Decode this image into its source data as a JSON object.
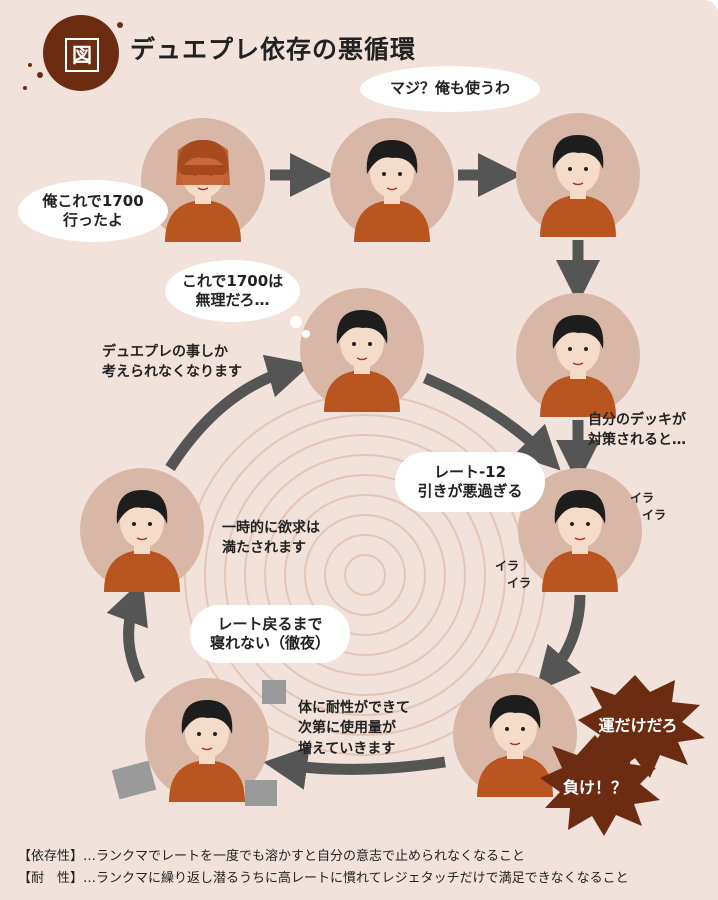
{
  "title": {
    "badge": "図",
    "text": "デュエプレ依存の悪循環"
  },
  "bubbles": {
    "b1": "俺これで1700\n行ったよ",
    "b2": "マジ？俺も使うわ",
    "b3": "これで1700は\n無理だろ…",
    "b4": "レート-12\n引きが悪過ぎる",
    "b5": "レート戻るまで\n寝れない（徹夜）"
  },
  "notes": {
    "n1": "デュエプレの事しか\n考えられなくなります",
    "n2": "自分のデッキが\n対策されると…",
    "n3": "一時的に欲求は\n満たされます",
    "n4": "体に耐性ができて\n次第に使用量が\n増えていきます",
    "ira1": "イラ\n　イラ",
    "ira2": "イラ\n　イラ"
  },
  "bursts": {
    "luck": "運だけだろ",
    "lose": "負け！？"
  },
  "footer": [
    "【依存性】…ランクマでレートを一度でも溶かすと自分の意志で止められなくなること",
    "【耐　性】…ランクマに繰り返し潜るうちに高レートに慣れてレジェタッチだけで満足できなくなること"
  ]
}
